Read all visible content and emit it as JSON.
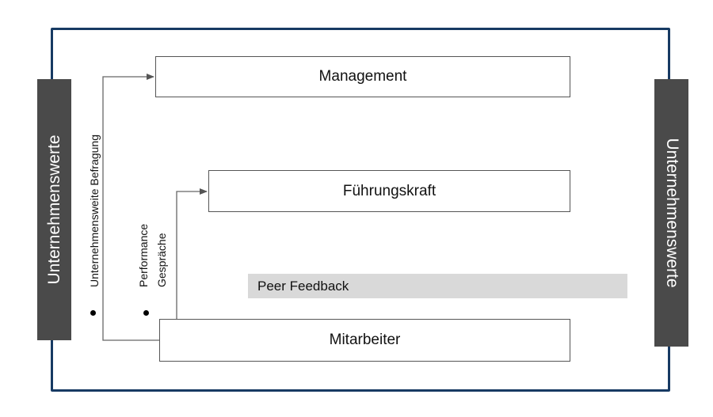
{
  "values_left": "Unternehmenswerte",
  "values_right": "Unternehmenswerte",
  "boxes": {
    "management": "Management",
    "fuehrungskraft": "Führungskraft",
    "mitarbeiter": "Mitarbeiter"
  },
  "peer_feedback": "Peer Feedback",
  "labels": {
    "befragung": "Unternehmensweite Befragung",
    "performance": "Performance",
    "gespraeche": "Gespräche"
  },
  "colors": {
    "frame": "#173a63",
    "value_bar": "#4a4a4a",
    "peer_bg": "#d9d9d9"
  }
}
